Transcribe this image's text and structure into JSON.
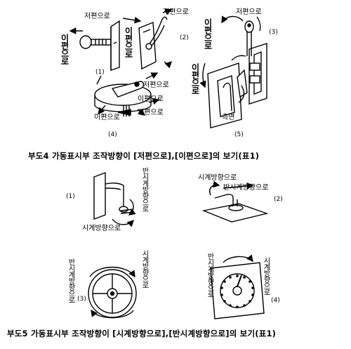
{
  "fig4": {
    "caption": "부도4 가동표시부 조작방향이 [저편으로],[이편으로]의 보기(표1)",
    "panel1": {
      "number": "(1)",
      "label_far": "저편으로",
      "label_near": "이편으로"
    },
    "panel2": {
      "number": "(2)",
      "label_far": "저편으로",
      "label_near": "이편으로"
    },
    "panel3": {
      "number": "(3)",
      "label_far": "저편으로",
      "label_near": "이편으로",
      "label_side": "측면"
    },
    "panel4": {
      "number": "(4)",
      "label_far_top": "저편으로",
      "label_near_right": "이편으로",
      "label_near_left": "이편으로",
      "label_far_bottom": "저편으로"
    },
    "panel5": {
      "number": "(5)"
    }
  },
  "fig5": {
    "caption": "부도5 가동표시부 조작방향이 [시계방향으로],[반시계방향으로]의 보기(표1)",
    "panel1": {
      "number": "(1)",
      "label_ccw": "반시계방향으로",
      "label_cw": "시계방향으로"
    },
    "panel2": {
      "number": "(2)",
      "label_cw": "시계방향으로",
      "label_ccw": "반시계방향으로"
    },
    "panel3": {
      "number": "(3)",
      "label_ccw": "반시계방향으로",
      "label_cw": "시계방향으로"
    },
    "panel4": {
      "number": "(4)",
      "label_ccw": "반시계방향으로",
      "label_cw": "시계방향으로"
    }
  }
}
